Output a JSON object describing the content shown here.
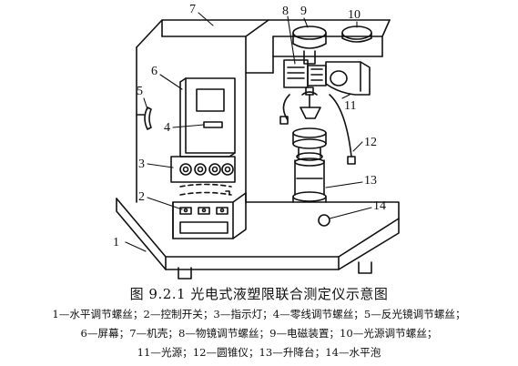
{
  "figure": {
    "callouts": [
      "1",
      "2",
      "3",
      "4",
      "5",
      "6",
      "7",
      "8",
      "9",
      "10",
      "11",
      "12",
      "13",
      "14"
    ]
  },
  "caption": "图 9.2.1   光电式液塑限联合测定仪示意图",
  "legend": {
    "line1": "1—水平调节螺丝；2—控制开关；3—指示灯；4—零线调节螺丝；5—反光镜调节螺丝；",
    "line2": "6—屏幕；7—机壳；8—物镜调节螺丝；9—电磁装置；10—光源调节螺丝；",
    "line3": "11—光源；12—圆锥仪；13—升降台；14—水平泡"
  }
}
